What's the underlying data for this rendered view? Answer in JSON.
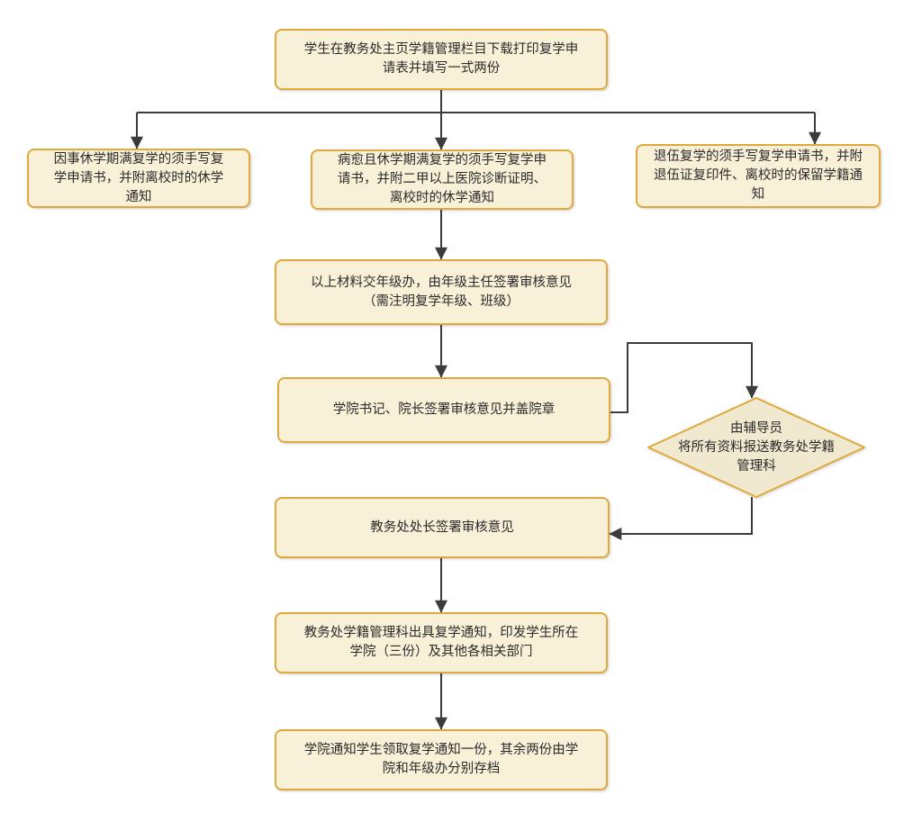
{
  "diagram": {
    "nodes": {
      "start": {
        "label": "学生在教务处主页学籍管理栏目下载打印复学申\n请表并填写一式两份"
      },
      "personal_leave": {
        "label": "因事休学期满复学的须手写复\n学申请书，并附离校时的休学\n通知"
      },
      "illness_leave": {
        "label": "病愈且休学期满复学的须手写复学申\n请书，并附二甲以上医院诊断证明、\n离校时的休学通知"
      },
      "veteran_return": {
        "label": "退伍复学的须手写复学申请书，并附\n退伍证复印件、离校时的保留学籍通\n知"
      },
      "grade_office": {
        "label": "以上材料交年级办，由年级主任签署审核意见\n（需注明复学年级、班级）"
      },
      "college_leaders": {
        "label": "学院书记、院长签署审核意见并盖院章"
      },
      "counselor_submit": {
        "label": "由辅导员\n将所有资料报送教务处学籍\n管理科"
      },
      "dean_review": {
        "label": "教务处处长签署审核意见"
      },
      "issue_notice": {
        "label": "教务处学籍管理科出具复学通知，印发学生所在\n学院（三份）及其他各相关部门"
      },
      "archive": {
        "label": "学院通知学生领取复学通知一份，其余两份由学\n院和年级办分别存档"
      }
    },
    "colors": {
      "node_fill": "#F9F0D8",
      "node_border": "#E0A93C",
      "diamond_fill": "#F0E8CF",
      "arrow": "#3C3C3C",
      "text": "#2A2A2A",
      "background": "#FFFFFF"
    }
  }
}
